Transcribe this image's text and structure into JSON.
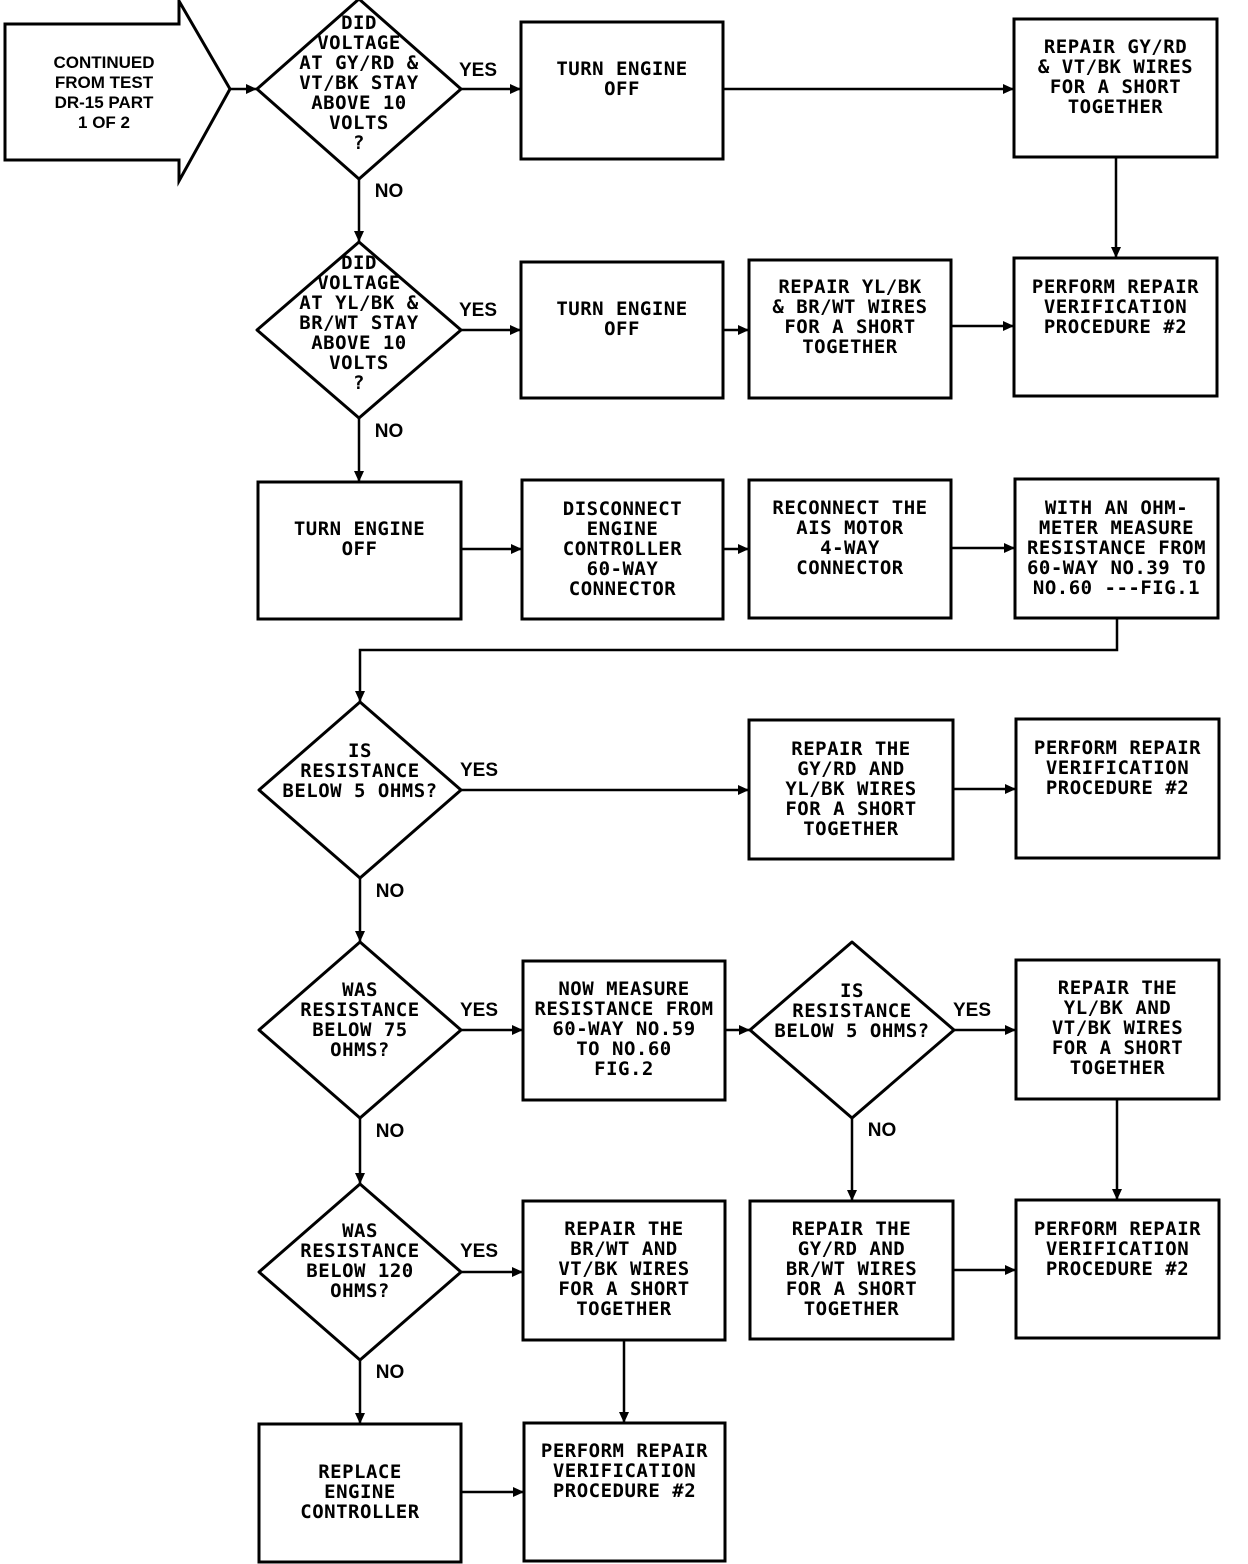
{
  "entry": {
    "text": "CONTINUED\nFROM TEST\nDR-15 PART\n1 OF 2"
  },
  "labels": {
    "yes": "YES",
    "no": "NO"
  },
  "nodes": {
    "d1": "DID\nVOLTAGE\nAT GY/RD &\nVT/BK STAY\nABOVE 10\nVOLTS\n?",
    "b1": "TURN ENGINE\nOFF",
    "b2": "REPAIR GY/RD\n& VT/BK WIRES\nFOR A SHORT\nTOGETHER",
    "d2": "DID\nVOLTAGE\nAT YL/BK &\nBR/WT STAY\nABOVE 10\nVOLTS\n?",
    "b3": "TURN ENGINE\nOFF",
    "b4": "REPAIR YL/BK\n& BR/WT WIRES\nFOR A SHORT\nTOGETHER",
    "b5": "PERFORM REPAIR\nVERIFICATION\nPROCEDURE #2",
    "b6": "TURN ENGINE\nOFF",
    "b7": "DISCONNECT\nENGINE\nCONTROLLER\n60-WAY\nCONNECTOR",
    "b8": "RECONNECT THE\nAIS MOTOR\n4-WAY\nCONNECTOR",
    "b9": "WITH AN OHM-\nMETER MEASURE\nRESISTANCE FROM\n60-WAY NO.39 TO\nNO.60 ---FIG.1",
    "d3": "IS\nRESISTANCE\nBELOW 5 OHMS?",
    "b10": "REPAIR THE\nGY/RD AND\nYL/BK WIRES\nFOR A SHORT\nTOGETHER",
    "b11": "PERFORM REPAIR\nVERIFICATION\nPROCEDURE #2",
    "d4": "WAS\nRESISTANCE\nBELOW 75\nOHMS?",
    "b12": "NOW MEASURE\nRESISTANCE FROM\n60-WAY NO.59\nTO NO.60\nFIG.2",
    "d5": "IS\nRESISTANCE\nBELOW 5 OHMS?",
    "b13": "REPAIR THE\nYL/BK AND\nVT/BK WIRES\nFOR A SHORT\nTOGETHER",
    "d6": "WAS\nRESISTANCE\nBELOW 120\nOHMS?",
    "b14": "REPAIR THE\nBR/WT AND\nVT/BK WIRES\nFOR A SHORT\nTOGETHER",
    "b15": "REPAIR THE\nGY/RD AND\nBR/WT WIRES\nFOR A SHORT\nTOGETHER",
    "b16": "PERFORM REPAIR\nVERIFICATION\nPROCEDURE #2",
    "b17": "REPLACE\nENGINE\nCONTROLLER",
    "b18": "PERFORM REPAIR\nVERIFICATION\nPROCEDURE #2"
  }
}
